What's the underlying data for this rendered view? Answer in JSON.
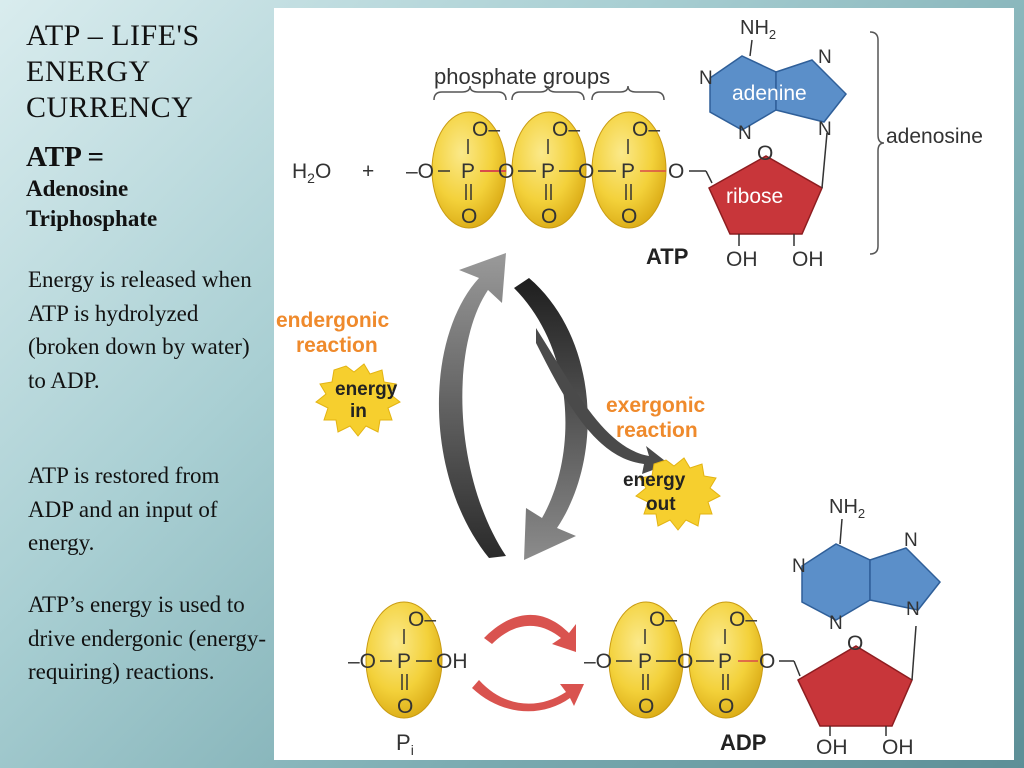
{
  "slide": {
    "title": "ATP – LIFE'S ENERGY CURRENCY",
    "subtitle_main": "ATP =",
    "subtitle_line1": "Adenosine",
    "subtitle_line2": "Triphosphate",
    "paragraphs": [
      "Energy is released when ATP is hydrolyzed  (broken down by water) to ADP.",
      "ATP is restored from ADP and an input of energy.",
      "ATP’s energy is used to drive endergonic (energy-requiring) reactions."
    ]
  },
  "diagram": {
    "phosphate_groups_label": "phosphate groups",
    "adenine_label": "adenine",
    "ribose_label": "ribose",
    "adenosine_label": "adenosine",
    "nh2": "NH",
    "nh2_sub": "2",
    "n": "N",
    "o": "O",
    "o_minus": "O–",
    "minus_o": "–O",
    "p": "P",
    "oh": "OH",
    "water_h": "H",
    "water_sub": "2",
    "water_o": "O",
    "plus": "+",
    "atp_label": "ATP",
    "adp_label": "ADP",
    "pi_label": "P",
    "pi_sub": "i",
    "endergonic_line1": "endergonic",
    "endergonic_line2": "reaction",
    "energy_in_line1": "energy",
    "energy_in_line2": "in",
    "exergonic_line1": "exergonic",
    "exergonic_line2": "reaction",
    "energy_out_line1": "energy",
    "energy_out_line2": "out",
    "colors": {
      "phosphate_yellow": "#f3d13a",
      "adenine_blue": "#5b8fc9",
      "ribose_red": "#c8363a",
      "orange_text": "#ef8a2c",
      "arrow_dark": "#3a3a3a",
      "arrow_red": "#d9534f"
    }
  }
}
